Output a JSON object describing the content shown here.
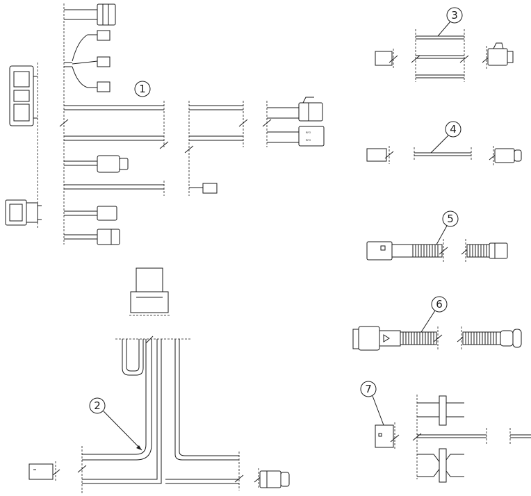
{
  "figure": {
    "callouts": [
      {
        "id": "callout-1",
        "label": "1"
      },
      {
        "id": "callout-2",
        "label": "2"
      },
      {
        "id": "callout-3",
        "label": "3"
      },
      {
        "id": "callout-4",
        "label": "4"
      },
      {
        "id": "callout-5",
        "label": "5"
      },
      {
        "id": "callout-6",
        "label": "6"
      },
      {
        "id": "callout-7",
        "label": "7"
      }
    ],
    "connector_marks": [
      "RFO",
      "RFO"
    ]
  },
  "colors": {
    "line": "#1a1a1a",
    "background": "#ffffff"
  }
}
